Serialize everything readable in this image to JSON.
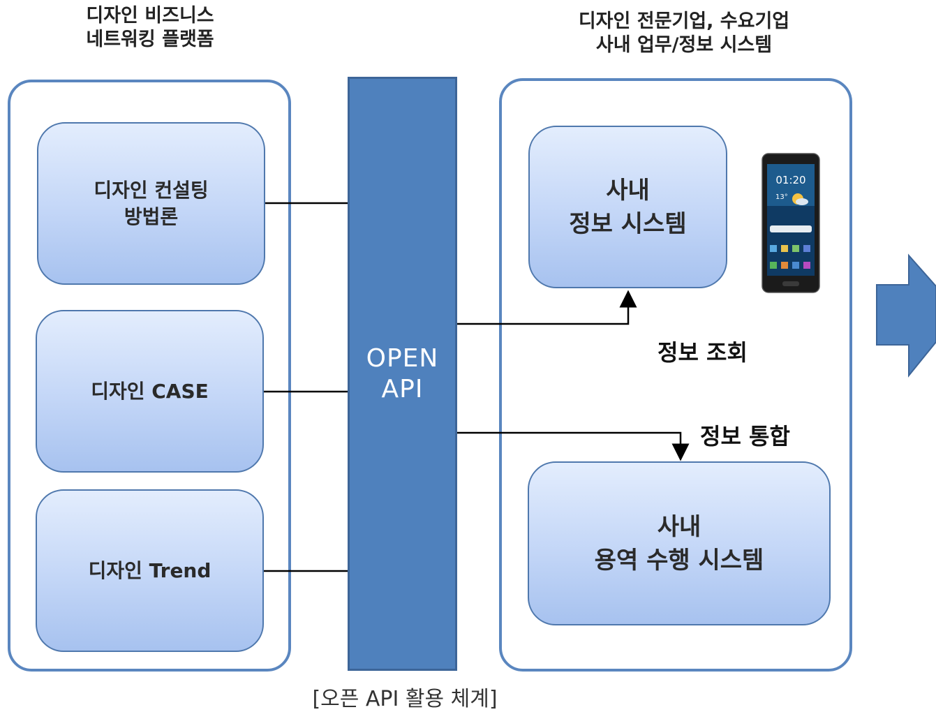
{
  "left": {
    "heading": [
      "디자인 비즈니스",
      "네트워킹 플랫폼"
    ],
    "boxes": [
      {
        "lines": [
          "디자인 컨설팅",
          "방법론"
        ]
      },
      {
        "lines": [
          "디자인 CASE"
        ]
      },
      {
        "lines": [
          "디자인 Trend"
        ]
      }
    ]
  },
  "api": {
    "lines": [
      "OPEN",
      "API"
    ]
  },
  "right": {
    "heading": [
      "디자인 전문기업, 수요기업",
      "사내 업무/정보 시스템"
    ],
    "boxes": [
      {
        "lines": [
          "사내",
          "정보 시스템"
        ]
      },
      {
        "lines": [
          "사내",
          "용역 수행 시스템"
        ]
      }
    ],
    "labels": {
      "inquiry": "정보 조회",
      "integration": "정보 통합"
    },
    "phone_time": "01:20",
    "phone_temp": "13°"
  },
  "caption": "[오픈 API 활용 체계]",
  "colors": {
    "panel_border": "#5a86bf",
    "api_fill": "#4f81bd",
    "arrow_fill": "#4f81bd"
  }
}
